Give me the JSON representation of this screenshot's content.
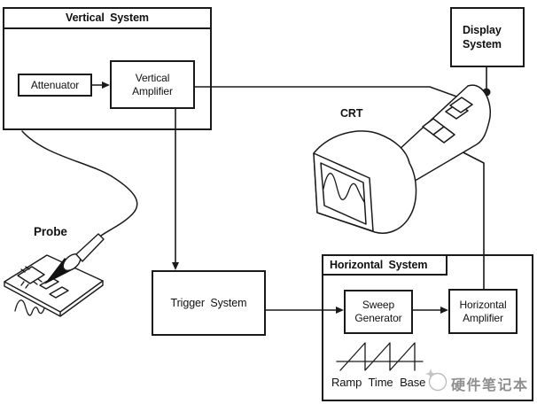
{
  "vertical_system": {
    "title": "Vertical System",
    "attenuator_label": "Attenuator",
    "amplifier_label": "Vertical Amplifier"
  },
  "display_system": {
    "title": "Display System"
  },
  "crt": {
    "label": "CRT"
  },
  "probe": {
    "label": "Probe"
  },
  "trigger_system": {
    "label": "Trigger System"
  },
  "horizontal_system": {
    "title": "Horizontal System",
    "sweep_label": "Sweep Generator",
    "amplifier_label": "Horizontal Amplifier",
    "ramp_label": "Ramp Time Base"
  },
  "watermark": {
    "text": "硬件笔记本"
  },
  "colors": {
    "ink": "#1a1a1a",
    "background": "#ffffff",
    "watermark_gray": "#8f8f8f"
  }
}
